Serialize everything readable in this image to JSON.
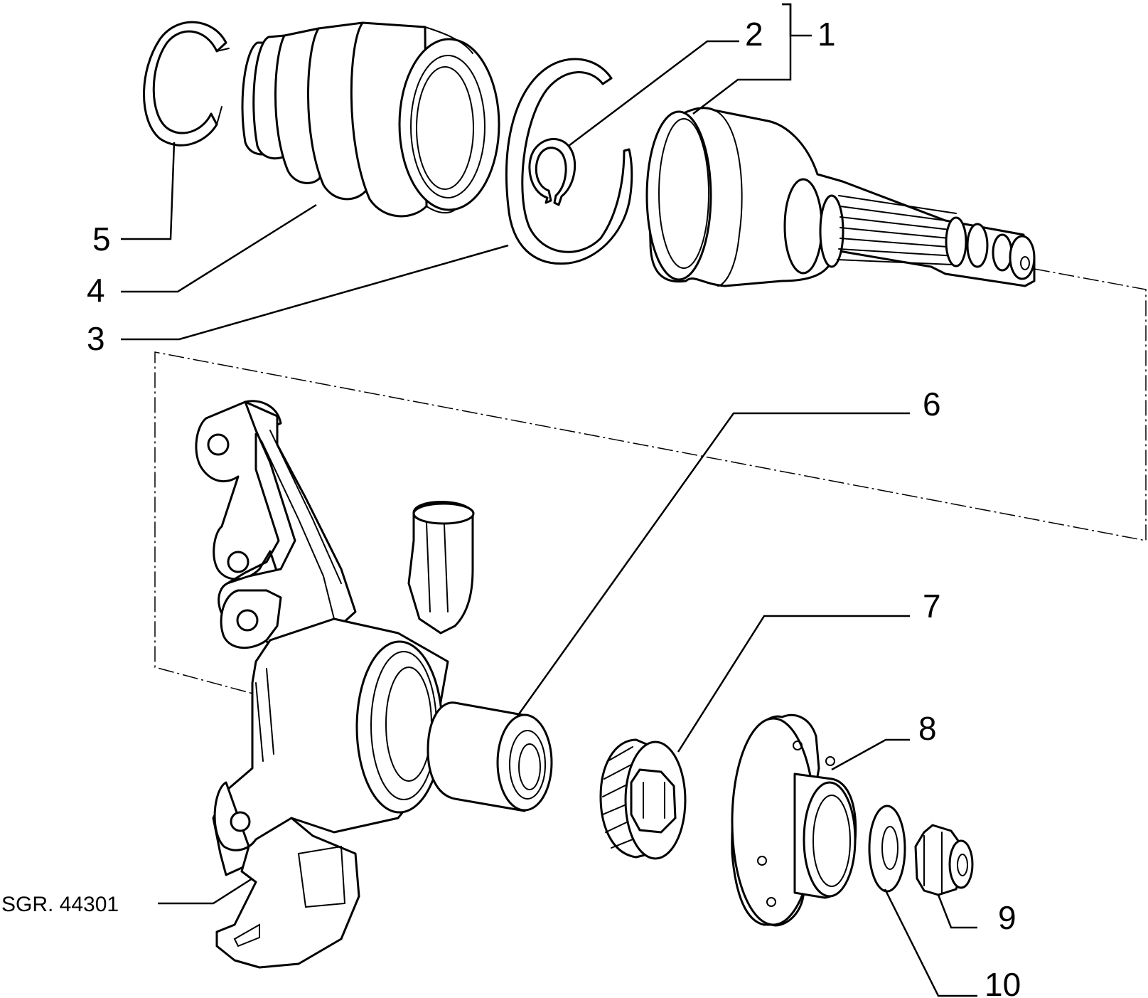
{
  "drawing_number": "SGR. 44301",
  "callouts": {
    "c1": "1",
    "c2": "2",
    "c3": "3",
    "c4": "4",
    "c5": "5",
    "c6": "6",
    "c7": "7",
    "c8": "8",
    "c9": "9",
    "c10": "10"
  },
  "colors": {
    "line": "#000000",
    "background": "#ffffff"
  }
}
